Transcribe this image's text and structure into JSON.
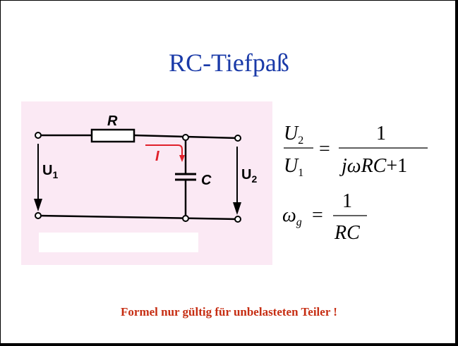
{
  "slide": {
    "title": "RC-Tiefpaß",
    "note": "Formel nur gültig für unbelasteten Teiler !"
  },
  "circuit": {
    "labels": {
      "resistor": "R",
      "current": "I",
      "capacitor": "C",
      "input_voltage": "U",
      "input_voltage_sub": "1",
      "output_voltage": "U",
      "output_voltage_sub": "2"
    }
  },
  "formulas": {
    "transfer": {
      "num_symbol": "U",
      "num_sub": "2",
      "den_symbol": "U",
      "den_sub": "1",
      "equals": "=",
      "rhs_num": "1",
      "rhs_den_j": "j",
      "rhs_den_omega": "ω",
      "rhs_den_rc": "RC",
      "rhs_den_plus": "+1"
    },
    "cutoff": {
      "omega": "ω",
      "sub": "g",
      "equals": "=",
      "num": "1",
      "den": "RC"
    }
  },
  "colors": {
    "title": "#1a3aa8",
    "note": "#c62d12",
    "current_arrow": "#e0202a",
    "panel_bg": "#fbe9f4"
  }
}
